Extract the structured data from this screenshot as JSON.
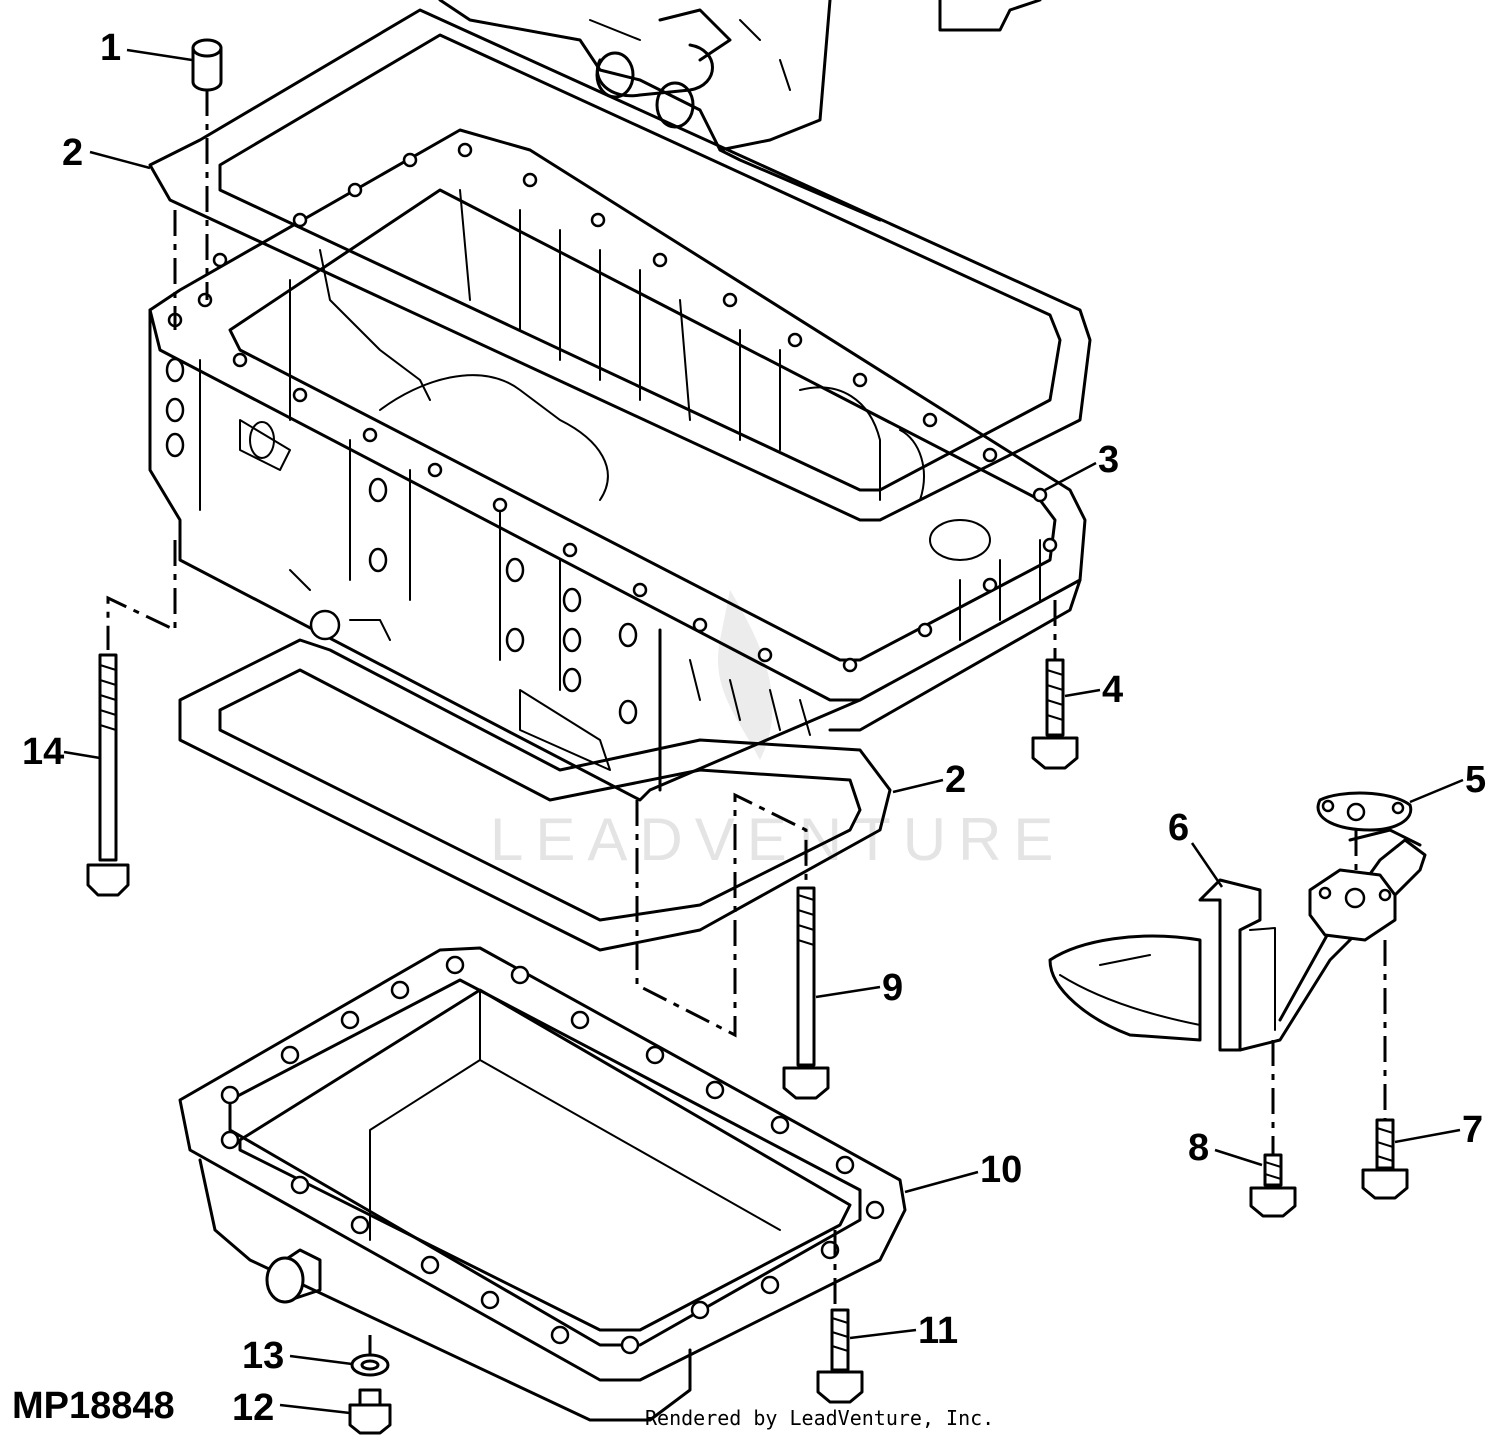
{
  "figure_id": "MP18848",
  "credit": "Rendered by LeadVenture, Inc.",
  "watermark": "LEADVENTURE",
  "callouts": [
    {
      "num": "1"
    },
    {
      "num": "2"
    },
    {
      "num": "3"
    },
    {
      "num": "4"
    },
    {
      "num": "2"
    },
    {
      "num": "5"
    },
    {
      "num": "6"
    },
    {
      "num": "7"
    },
    {
      "num": "8"
    },
    {
      "num": "9"
    },
    {
      "num": "10"
    },
    {
      "num": "11"
    },
    {
      "num": "12"
    },
    {
      "num": "13"
    },
    {
      "num": "14"
    }
  ]
}
